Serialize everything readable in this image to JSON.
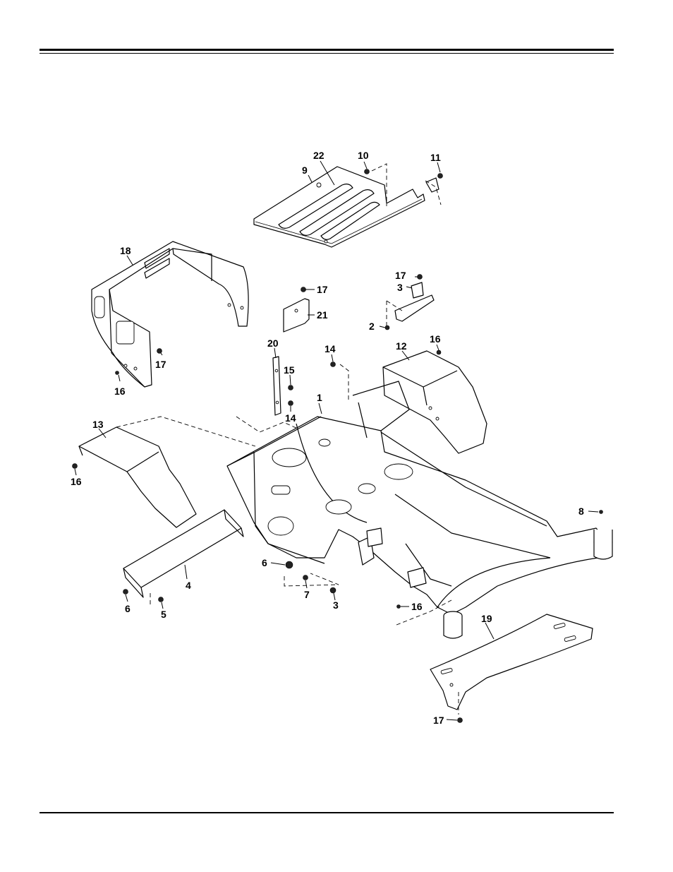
{
  "diagram": {
    "callouts": [
      {
        "id": "c22a",
        "text": "22"
      },
      {
        "id": "c9",
        "text": "9"
      },
      {
        "id": "c10",
        "text": "10"
      },
      {
        "id": "c11",
        "text": "11"
      },
      {
        "id": "c18",
        "text": "18"
      },
      {
        "id": "c17a",
        "text": "17"
      },
      {
        "id": "c21",
        "text": "21"
      },
      {
        "id": "c17b",
        "text": "17"
      },
      {
        "id": "c3a",
        "text": "3"
      },
      {
        "id": "c2",
        "text": "2"
      },
      {
        "id": "c17c",
        "text": "17"
      },
      {
        "id": "c16a",
        "text": "16"
      },
      {
        "id": "c20",
        "text": "20"
      },
      {
        "id": "c14a",
        "text": "14"
      },
      {
        "id": "c12",
        "text": "12"
      },
      {
        "id": "c16b",
        "text": "16"
      },
      {
        "id": "c15",
        "text": "15"
      },
      {
        "id": "c1",
        "text": "1"
      },
      {
        "id": "c14b",
        "text": "14"
      },
      {
        "id": "c13",
        "text": "13"
      },
      {
        "id": "c16c",
        "text": "16"
      },
      {
        "id": "c8",
        "text": "8"
      },
      {
        "id": "c4",
        "text": "4"
      },
      {
        "id": "c6a",
        "text": "6"
      },
      {
        "id": "c7",
        "text": "7"
      },
      {
        "id": "c3b",
        "text": "3"
      },
      {
        "id": "c16d",
        "text": "16"
      },
      {
        "id": "c6b",
        "text": "6"
      },
      {
        "id": "c5",
        "text": "5"
      },
      {
        "id": "c19",
        "text": "19"
      },
      {
        "id": "c17d",
        "text": "17"
      }
    ]
  }
}
